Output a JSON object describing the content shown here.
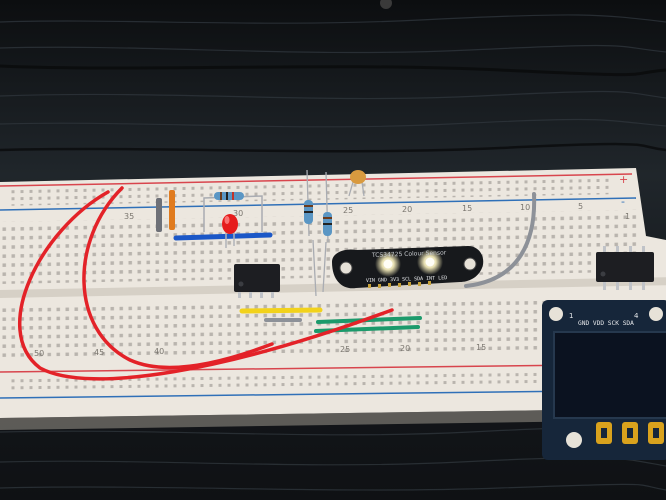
{
  "colors": {
    "table": "#15191d",
    "table_grain": "#2a3036",
    "breadboard": "#ece7df",
    "rail_red": "#d8454d",
    "rail_blue": "#2f70b8",
    "sensor_pcb": "#17191c",
    "oled_pcb": "#16263a",
    "oled_screen": "#0b1220",
    "wire_red": "#e32228",
    "wire_blue": "#1b57c7",
    "wire_yellow": "#f2d21b",
    "wire_green": "#1c9a6b",
    "wire_gray": "#8d9198",
    "chip": "#1d1e22",
    "led_red": "#e61c1c",
    "header_gold": "#d9a21d"
  },
  "breadboard": {
    "rail_plus": "+",
    "rail_minus": "-",
    "column_numbers_top": [
      "35",
      "30",
      "25",
      "20",
      "15",
      "10",
      "5"
    ],
    "column_numbers_bottom": [
      "50",
      "45",
      "40",
      "25",
      "20",
      "15"
    ],
    "row_number": "1"
  },
  "sensor": {
    "title": "TCS34725 Colour Sensor",
    "pins": "VIN GND 3V3 SCL SDA INT LED"
  },
  "oled": {
    "pin1": "1",
    "pin4": "4",
    "pins": "GND VDD SCK SDA"
  }
}
